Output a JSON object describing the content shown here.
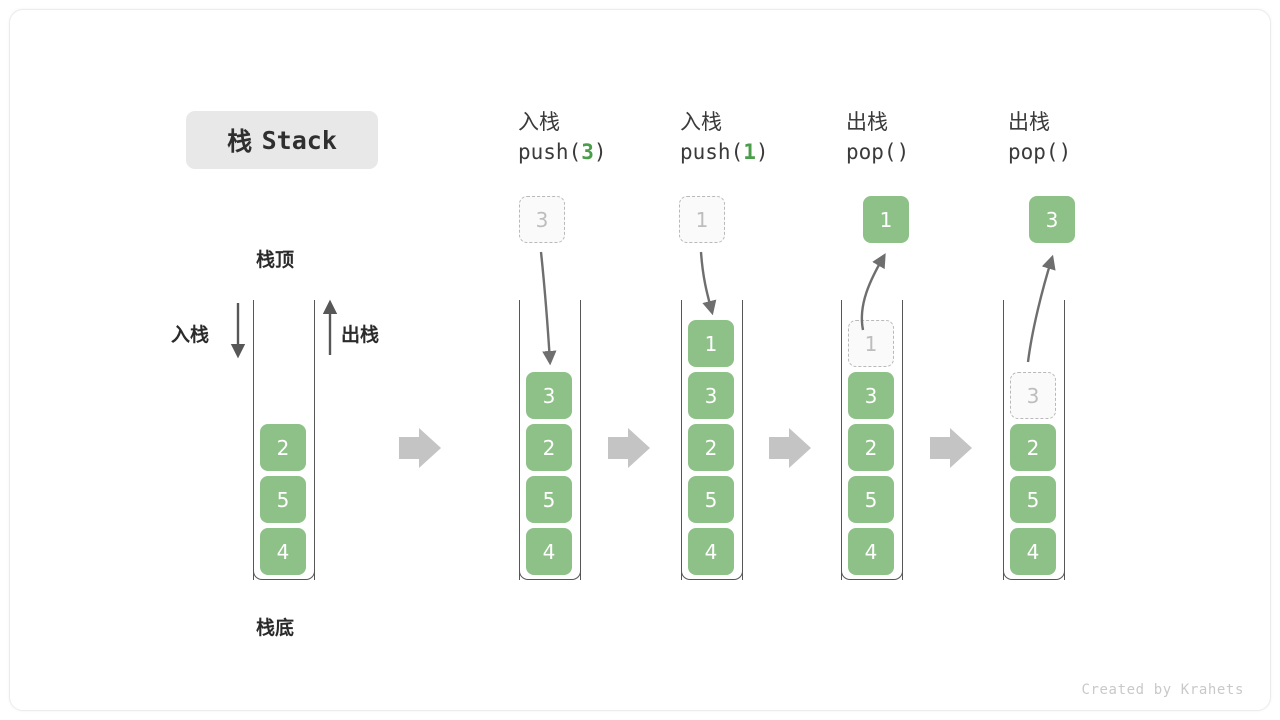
{
  "title": {
    "cn": "栈",
    "en": "Stack"
  },
  "labels": {
    "top": "栈顶",
    "bottom": "栈底",
    "push_side": "入栈",
    "pop_side": "出栈"
  },
  "colors": {
    "cell_fill": "#8dc187",
    "cell_text": "#ffffff",
    "ghost_border": "#b9b9b9",
    "ghost_text": "#bdbdbd",
    "arrow_gray": "#c4c4c4",
    "curve_arrow": "#6e6e6e",
    "badge_bg": "#e8e8e8",
    "accent_green": "#4a9e4a",
    "text_dark": "#3a3a3a"
  },
  "steps": [
    {
      "id": "initial",
      "header_cn": "",
      "header_code": "",
      "header_arg": "",
      "stack": [
        "2",
        "5",
        "4"
      ],
      "ghost_in_stack": null,
      "floating": null
    },
    {
      "id": "push-3",
      "header_cn": "入栈",
      "header_code_prefix": "push(",
      "header_arg": "3",
      "header_code_suffix": ")",
      "stack": [
        "3",
        "2",
        "5",
        "4"
      ],
      "ghost_in_stack": null,
      "floating": {
        "value": "3",
        "kind": "ghost",
        "direction": "in"
      }
    },
    {
      "id": "push-1",
      "header_cn": "入栈",
      "header_code_prefix": "push(",
      "header_arg": "1",
      "header_code_suffix": ")",
      "stack": [
        "1",
        "3",
        "2",
        "5",
        "4"
      ],
      "ghost_in_stack": null,
      "floating": {
        "value": "1",
        "kind": "ghost",
        "direction": "in"
      }
    },
    {
      "id": "pop-1",
      "header_cn": "出栈",
      "header_code_prefix": "pop(",
      "header_arg": "",
      "header_code_suffix": ")",
      "stack": [
        "3",
        "2",
        "5",
        "4"
      ],
      "ghost_in_stack": {
        "value": "1",
        "slot": 0
      },
      "floating": {
        "value": "1",
        "kind": "filled",
        "direction": "out"
      }
    },
    {
      "id": "pop-3",
      "header_cn": "出栈",
      "header_code_prefix": "pop(",
      "header_arg": "",
      "header_code_suffix": ")",
      "stack": [
        "2",
        "5",
        "4"
      ],
      "ghost_in_stack": {
        "value": "3",
        "slot": 1
      },
      "floating": {
        "value": "3",
        "kind": "filled",
        "direction": "out"
      }
    }
  ],
  "footer": {
    "credit": "Created by Krahets"
  }
}
